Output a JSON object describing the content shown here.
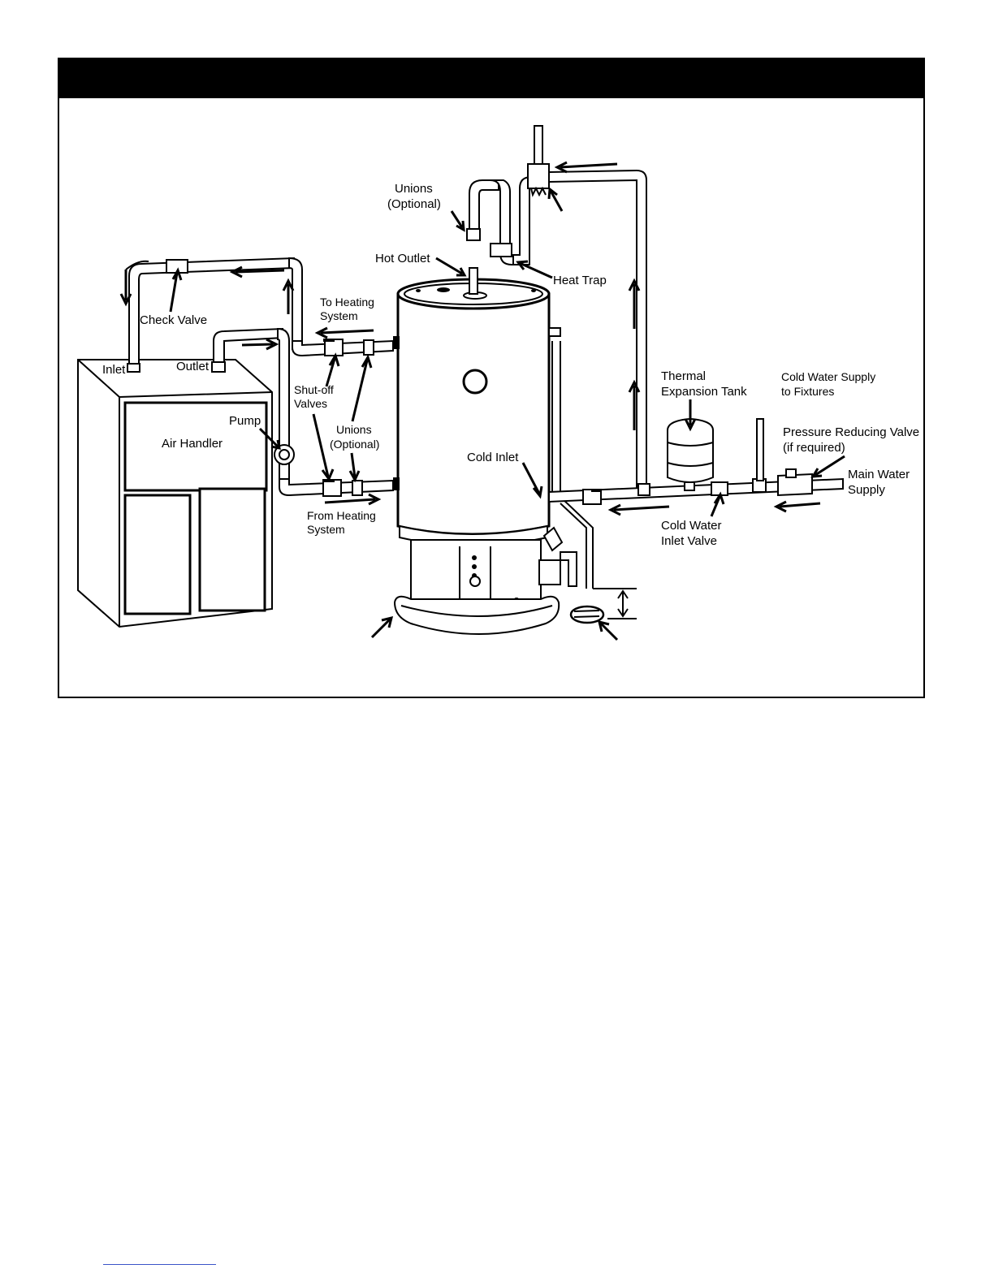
{
  "labels": {
    "unions_top": [
      "Unions",
      "(Optional)"
    ],
    "hot_outlet": "Hot Outlet",
    "heat_trap": "Heat Trap",
    "check_valve": "Check Valve",
    "to_heating": [
      "To Heating",
      "System"
    ],
    "inlet": "Inlet",
    "outlet": "Outlet",
    "air_handler": "Air Handler",
    "pump": "Pump",
    "shutoff": [
      "Shut-off",
      "Valves"
    ],
    "unions_mid": [
      "Unions",
      "(Optional)"
    ],
    "from_heating": [
      "From Heating",
      "System"
    ],
    "cold_inlet": "Cold Inlet",
    "thermal_tank": [
      "Thermal",
      "Expansion Tank"
    ],
    "cold_supply": [
      "Cold Water Supply",
      "to Fixtures"
    ],
    "prv": [
      "Pressure Reducing Valve",
      "(if required)"
    ],
    "main_supply": [
      "Main Water",
      "Supply"
    ],
    "cold_valve": [
      "Cold Water",
      "Inlet Valve"
    ]
  },
  "colors": {
    "line": "#000000",
    "background": "#ffffff",
    "footer_rule": "#3a54c8"
  }
}
